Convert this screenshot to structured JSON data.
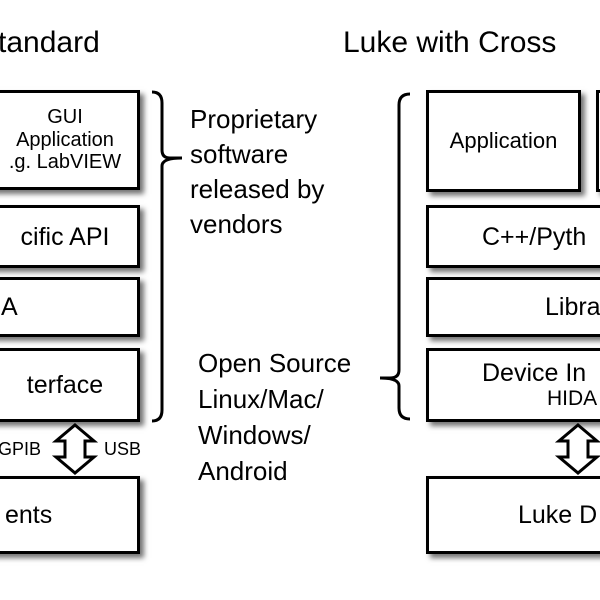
{
  "left": {
    "title": "tandard",
    "gui_box": {
      "line1": "GUI",
      "line2": "Application",
      "line3": ".g. LabVIEW"
    },
    "api_box": "cific API",
    "a_box": "A",
    "interface_box": "terface",
    "gpib_label": "GPIB",
    "usb_label": "USB",
    "instruments_box": "ents",
    "annotation_proprietary": [
      "Proprietary",
      "software",
      "released by",
      "vendors"
    ]
  },
  "right": {
    "title": "Luke with Cross",
    "app_box": "Application",
    "cpp_box": "C++/Pyth",
    "lib_box": "Libra",
    "device_box": {
      "line1": "Device In",
      "line2": "HIDA"
    },
    "luke_box": "Luke D"
  },
  "middle": {
    "annotation_open_source": [
      "Open Source",
      "Linux/Mac/",
      "Windows/",
      "Android"
    ]
  }
}
